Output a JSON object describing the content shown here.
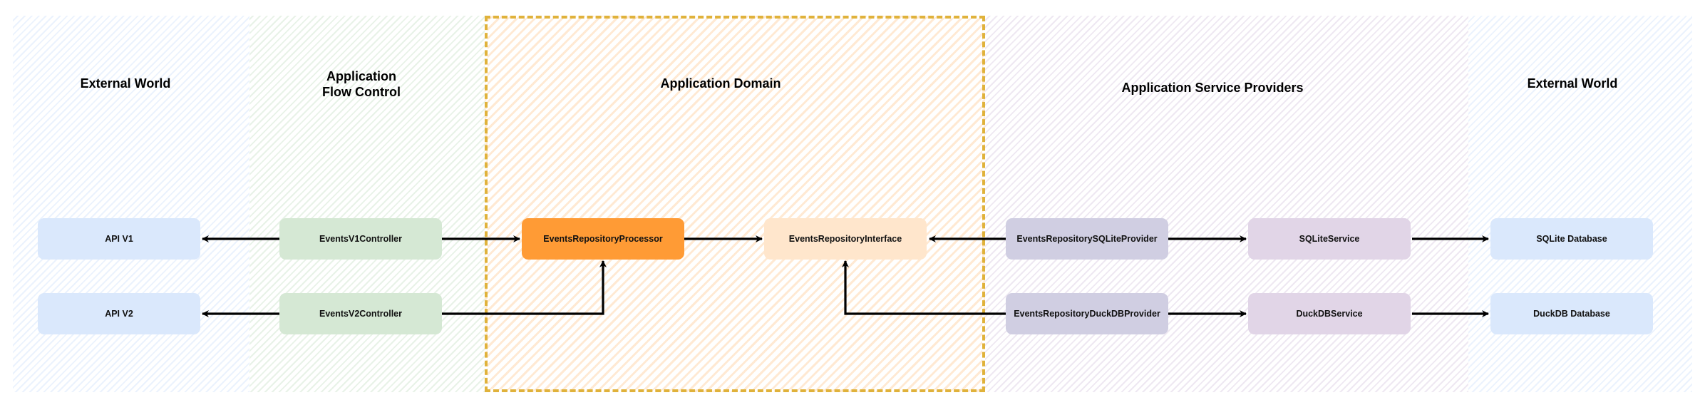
{
  "zones": {
    "external_world_left": "External World",
    "flow_control": "Application\nFlow Control",
    "domain": "Application Domain",
    "service_providers": "Application Service Providers",
    "external_world_right": "External World"
  },
  "nodes": {
    "api_v1": "API V1",
    "api_v2": "API V2",
    "events_v1_controller": "EventsV1Controller",
    "events_v2_controller": "EventsV2Controller",
    "events_repository_processor": "EventsRepositoryProcessor",
    "events_repository_interface": "EventsRepositoryInterface",
    "sqlite_provider": "EventsRepositorySQLiteProvider",
    "duckdb_provider": "EventsRepositoryDuckDBProvider",
    "sqlite_service": "SQLiteService",
    "duckdb_service": "DuckDBService",
    "sqlite_database": "SQLite Database",
    "duckdb_database": "DuckDB Database"
  },
  "colors": {
    "external": "#dae8fc",
    "flow": "#d5e8d4",
    "domain_border": "#e0b23b",
    "processor": "#ff9b35",
    "interface": "#ffe6cc",
    "provider": "#d0cee2",
    "service": "#e1d5e7"
  }
}
